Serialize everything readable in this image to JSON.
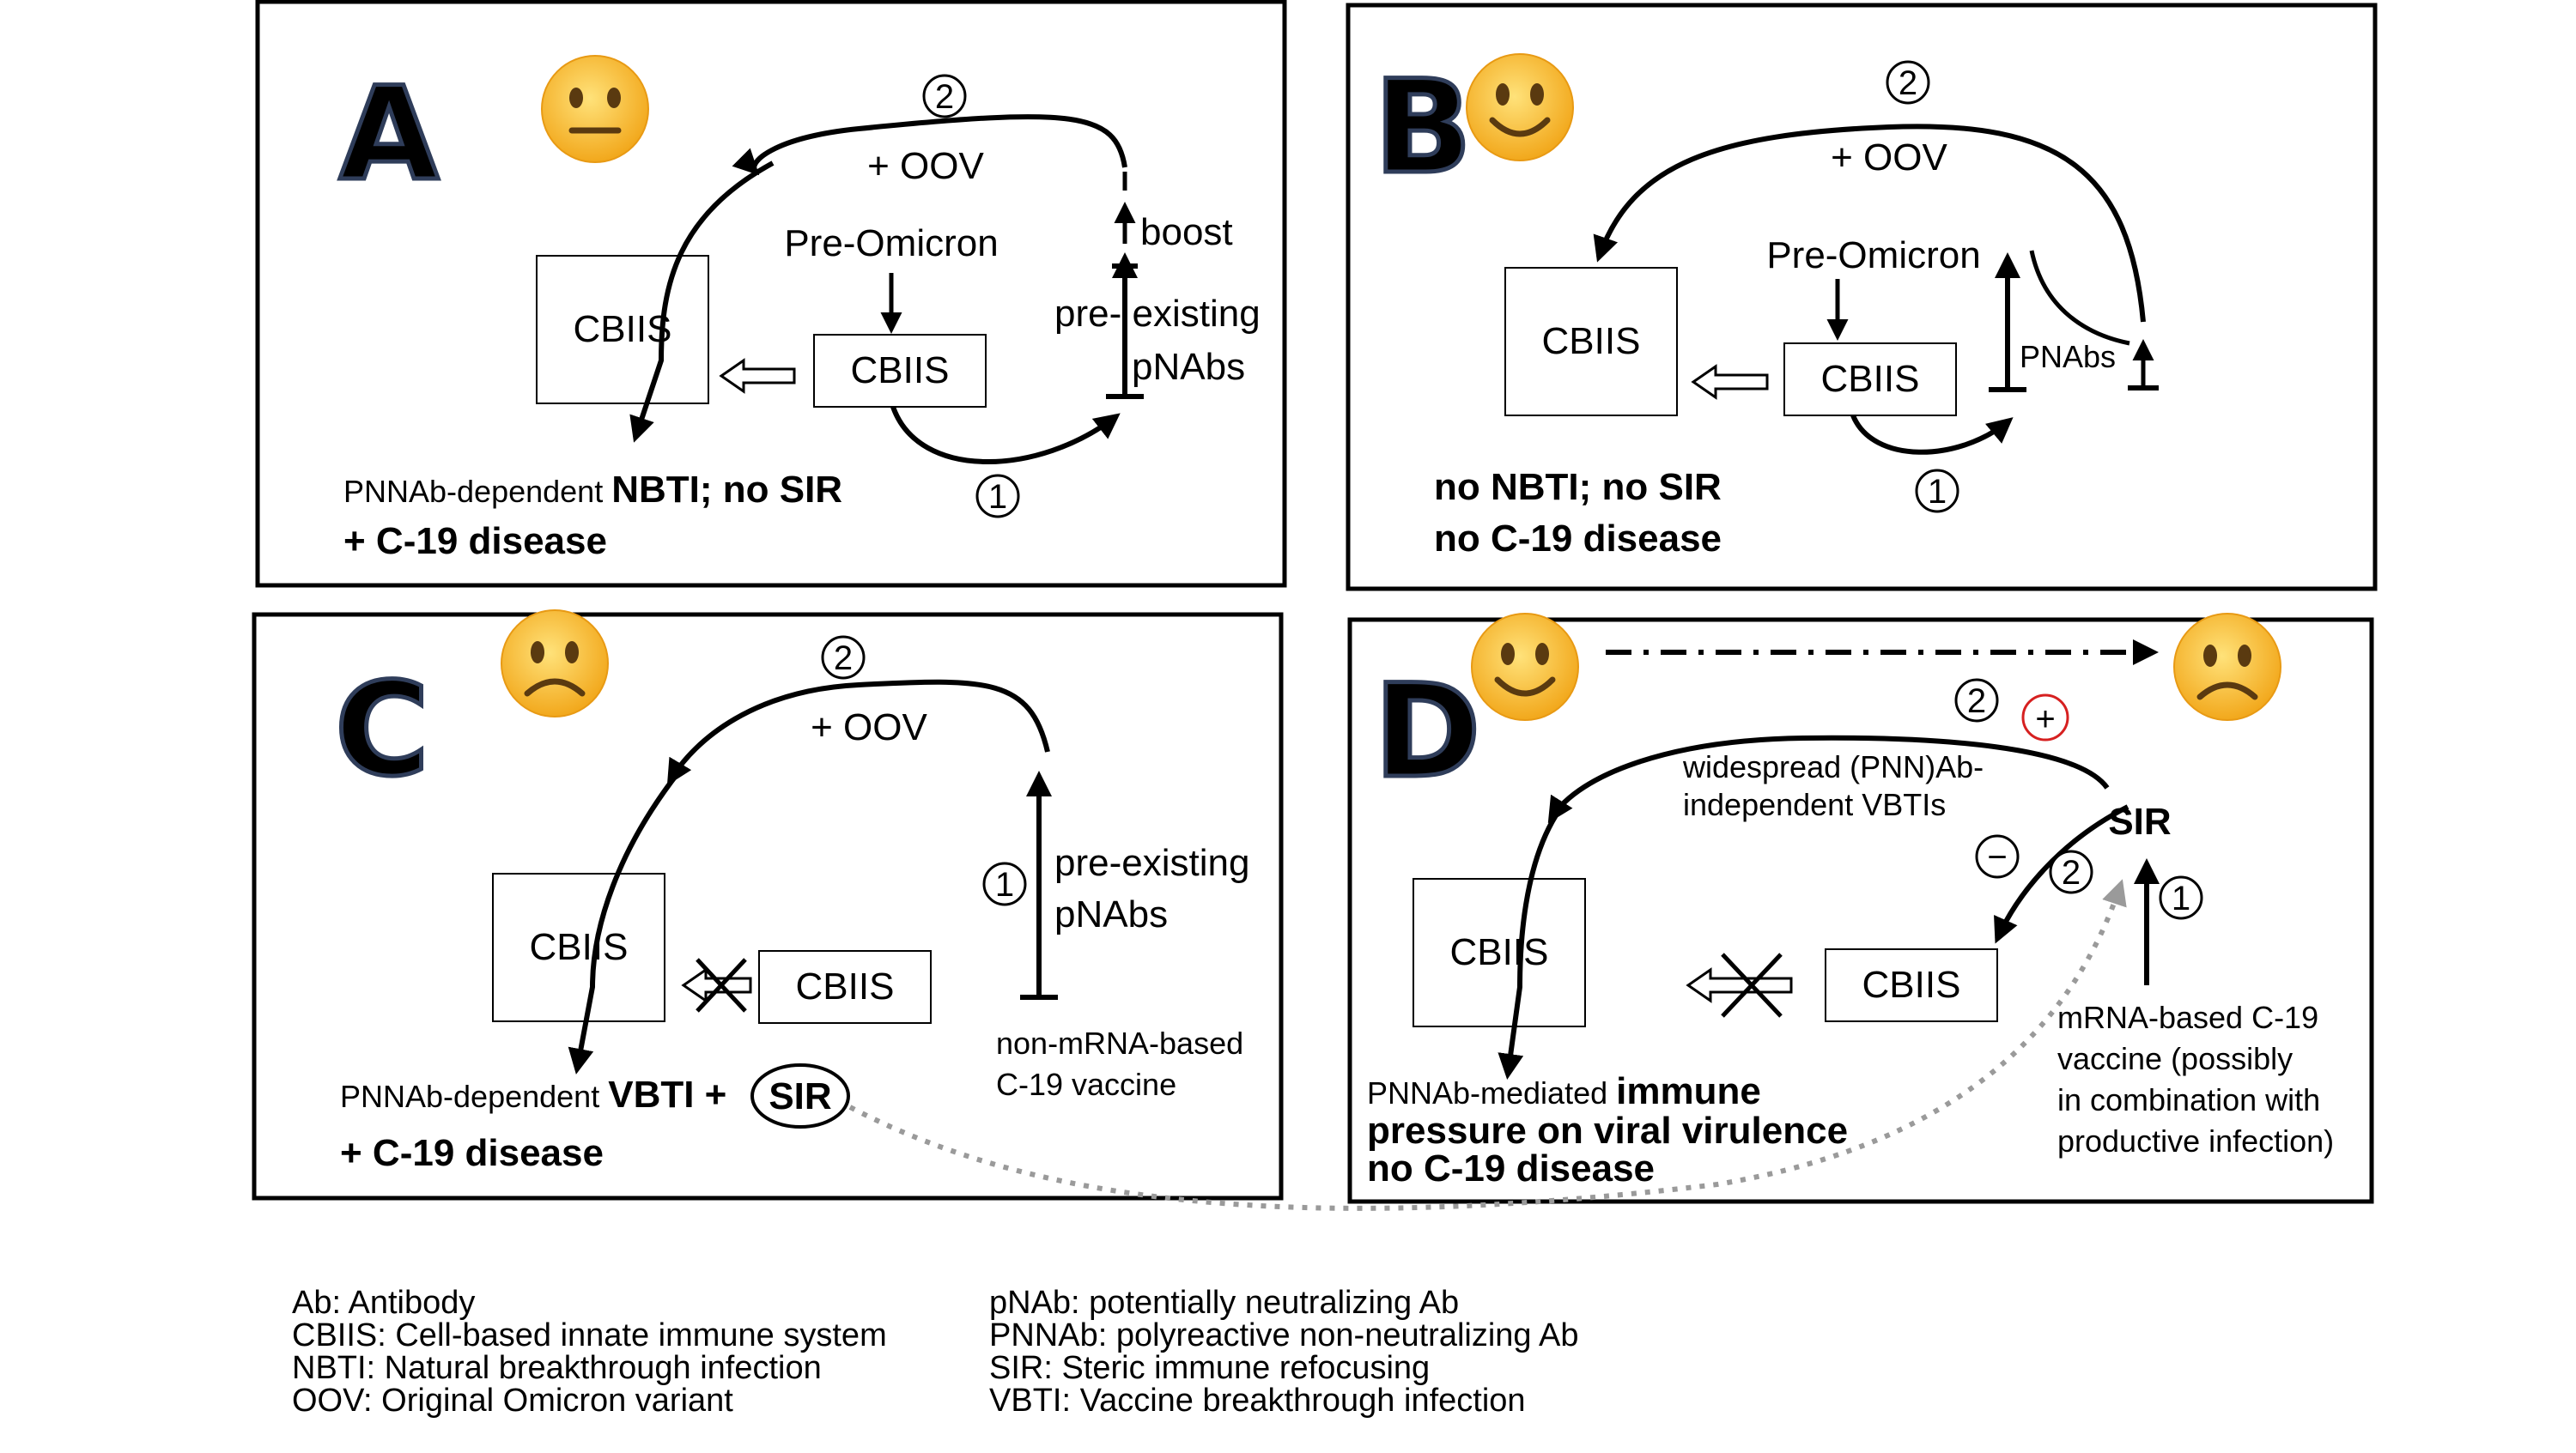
{
  "panels": {
    "A": {
      "letter": "A",
      "mood": "neutral",
      "big_box": "CBIIS",
      "small_box": "CBIIS",
      "pre_omicron": "Pre-Omicron",
      "oov": "+ OOV",
      "boost": "boost",
      "pre_existing": "pre- existing",
      "pnabs": "pNAbs",
      "step1": "1",
      "step2": "2",
      "outcome_normal": "PNNAb-dependent ",
      "outcome_bold": "NBTI; no SIR",
      "outcome_line2": "+ C-19 disease"
    },
    "B": {
      "letter": "B",
      "mood": "happy",
      "big_box": "CBIIS",
      "small_box": "CBIIS",
      "pre_omicron": "Pre-Omicron",
      "oov": "+ OOV",
      "pnabs": "PNAbs",
      "step1": "1",
      "step2": "2",
      "outcome_line1": "no NBTI; no SIR",
      "outcome_line2": "no C-19 disease"
    },
    "C": {
      "letter": "C",
      "mood": "sad",
      "big_box": "CBIIS",
      "small_box": "CBIIS",
      "oov": "+ OOV",
      "pre_existing": "pre-existing",
      "pnabs": "pNAbs",
      "vaccine_line1": "non-mRNA-based",
      "vaccine_line2": "C-19 vaccine",
      "step1": "1",
      "step2": "2",
      "outcome_normal": "PNNAb-dependent ",
      "outcome_bold": "VBTI +",
      "sir": "SIR",
      "outcome_line2": "+ C-19 disease"
    },
    "D": {
      "letter": "D",
      "mood_start": "happy",
      "mood_end": "sad",
      "big_box": "CBIIS",
      "small_box": "CBIIS",
      "widespread_line1": "widespread (PNN)Ab-",
      "widespread_line2": "independent VBTIs",
      "sir": "SIR",
      "plus": "+",
      "minus": "−",
      "step1": "1",
      "step2a": "2",
      "step2b": "2",
      "vaccine_line1": "mRNA-based C-19",
      "vaccine_line2": "vaccine (possibly",
      "vaccine_line3": "in combination with",
      "vaccine_line4": "productive infection)",
      "outcome_normal": "PNNAb-mediated ",
      "outcome_bold1": "immune",
      "outcome_line2": "pressure on viral virulence",
      "outcome_line3": "no C-19 disease"
    }
  },
  "legend": {
    "left": [
      "Ab: Antibody",
      "CBIIS: Cell-based innate immune system",
      "NBTI: Natural breakthrough infection",
      "OOV: Original Omicron variant"
    ],
    "right": [
      "pNAb: potentially neutralizing Ab",
      "PNNAb: polyreactive non-neutralizing Ab",
      "SIR: Steric immune refocusing",
      "VBTI: Vaccine breakthrough infection"
    ]
  },
  "colors": {
    "letter_fill": "#9fb0c8",
    "letter_stroke": "#3b4a66",
    "emoji": "#f5c02a",
    "emoji_edge": "#e89a14",
    "plus_circle": "#d62020",
    "dotted_link": "#9a9a9a"
  }
}
